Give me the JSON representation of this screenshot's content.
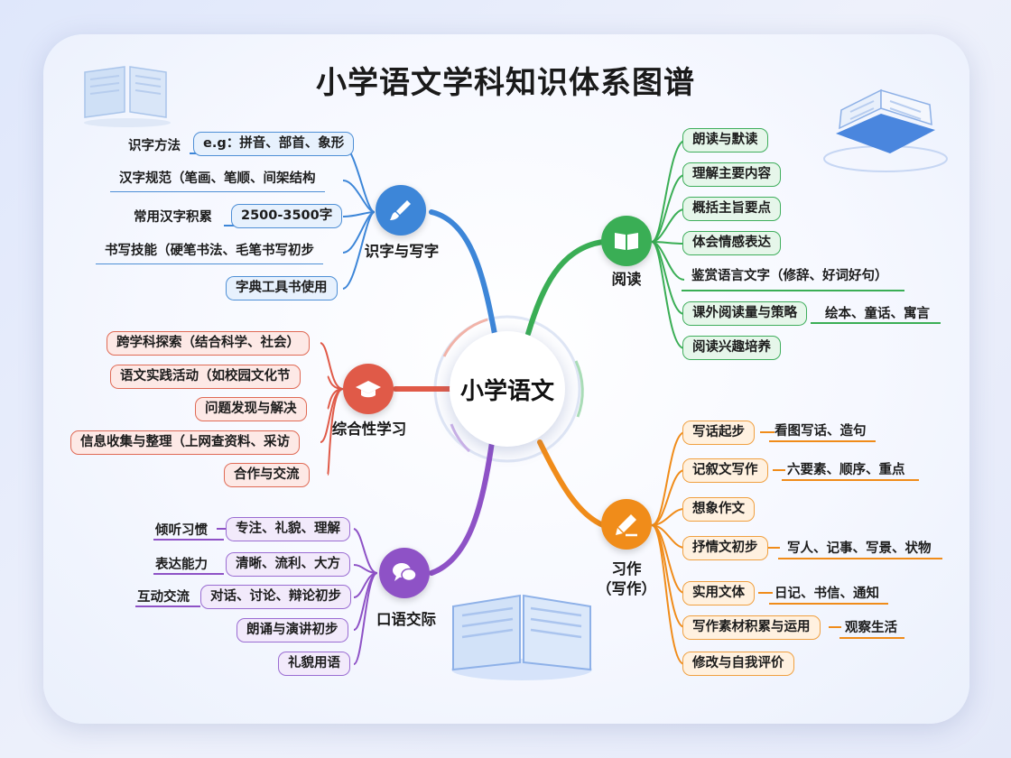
{
  "title": "小学语文学科知识体系图谱",
  "center": "小学语文",
  "branches": {
    "literacy": {
      "label": "识字与写字",
      "color": "#3d86d8",
      "items": [
        {
          "text": "识字方法",
          "detail": "e.g：拼音、部首、象形"
        },
        {
          "text": "汉字规范（笔画、笔顺、间架结构"
        },
        {
          "text": "常用汉字积累",
          "detail": "2500-3500字"
        },
        {
          "text": "书写技能（硬笔书法、毛笔书写初步"
        },
        {
          "text": "字典工具书使用"
        }
      ]
    },
    "reading": {
      "label": "阅读",
      "color": "#3aae55",
      "items": [
        {
          "text": "朗读与默读"
        },
        {
          "text": "理解主要内容"
        },
        {
          "text": "概括主旨要点"
        },
        {
          "text": "体会情感表达"
        },
        {
          "text": "鉴赏语言文字（修辞、好词好句）"
        },
        {
          "text": "课外阅读量与策略",
          "detail": "绘本、童话、寓言"
        },
        {
          "text": "阅读兴趣培养"
        }
      ]
    },
    "comprehensive": {
      "label": "综合性学习",
      "color": "#e05a48",
      "items": [
        {
          "text": "跨学科探索（结合科学、社会）"
        },
        {
          "text": "语文实践活动（如校园文化节"
        },
        {
          "text": "问题发现与解决"
        },
        {
          "text": "信息收集与整理（上网查资料、采访"
        },
        {
          "text": "合作与交流"
        }
      ]
    },
    "writing": {
      "label_line1": "习作",
      "label_line2": "（写作）",
      "color": "#f08c1a",
      "items": [
        {
          "text": "写话起步",
          "detail": "看图写话、造句"
        },
        {
          "text": "记叙文写作",
          "detail": "六要素、顺序、重点"
        },
        {
          "text": "想象作文"
        },
        {
          "text": "抒情文初步",
          "detail": "写人、记事、写景、状物"
        },
        {
          "text": "实用文体",
          "detail": "日记、书信、通知"
        },
        {
          "text": "写作素材积累与运用",
          "detail": "观察生活"
        },
        {
          "text": "修改与自我评价"
        }
      ]
    },
    "oral": {
      "label": "口语交际",
      "color": "#8e52c6",
      "items": [
        {
          "text": "倾听习惯",
          "detail": "专注、礼貌、理解"
        },
        {
          "text": "表达能力",
          "detail": "清晰、流利、大方"
        },
        {
          "text": "互动交流",
          "detail": "对话、讨论、辩论初步"
        },
        {
          "text": "朗诵与演讲初步"
        },
        {
          "text": "礼貌用语"
        }
      ]
    }
  },
  "icons": {
    "literacy": "paintbrush-icon",
    "reading": "open-book-icon",
    "comprehensive": "graduation-cap-icon",
    "writing": "pencil-icon",
    "oral": "speech-bubbles-icon"
  }
}
